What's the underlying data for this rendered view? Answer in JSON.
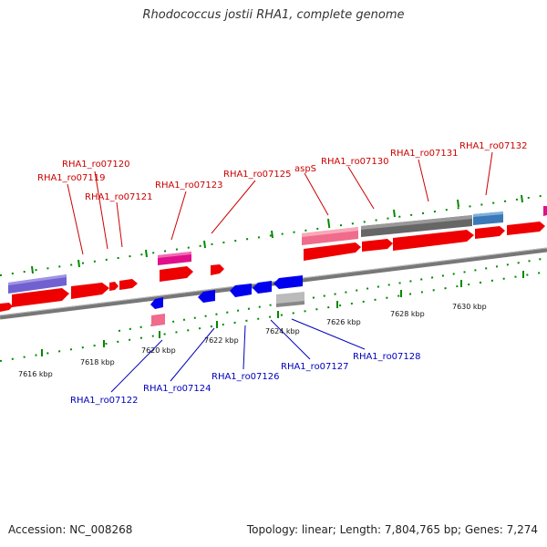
{
  "title": "Rhodococcus jostii RHA1, complete genome",
  "footer": {
    "accession": "Accession: NC_008268",
    "summary": "Topology: linear; Length: 7,804,765 bp; Genes: 7,274"
  },
  "colors": {
    "forward_gene": "#ee0000",
    "reverse_gene": "#0000ee",
    "forward_label": "#cc0000",
    "reverse_label": "#0000bb",
    "axis": "#777777",
    "tick": "#00aa00",
    "pink": "#f06b8c",
    "magenta": "#e0108a",
    "purple": "#7060d0",
    "darkgray": "#666666",
    "steelblue": "#3a78b8",
    "lightgray": "#bbbbbb"
  },
  "scale_labels": [
    "7616 kbp",
    "7618 kbp",
    "7620 kbp",
    "7622 kbp",
    "7624 kbp",
    "7626 kbp",
    "7628 kbp",
    "7630 kbp"
  ],
  "forward_labels": [
    "RHA1_ro07119",
    "RHA1_ro07120",
    "RHA1_ro07121",
    "RHA1_ro07123",
    "RHA1_ro07125",
    "aspS",
    "RHA1_ro07130",
    "RHA1_ro07131",
    "RHA1_ro07132"
  ],
  "reverse_labels": [
    "RHA1_ro07122",
    "RHA1_ro07124",
    "RHA1_ro07126",
    "RHA1_ro07127",
    "RHA1_ro07128"
  ]
}
